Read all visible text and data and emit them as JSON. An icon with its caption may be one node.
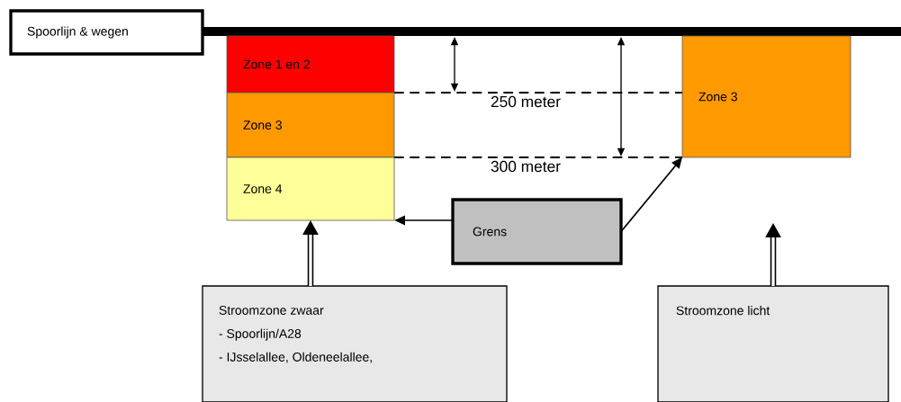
{
  "diagram": {
    "nodes": [
      {
        "text": [
          "Spoorlijn & wegen"
        ]
      },
      {
        "text": [
          "Zone 1 en 2"
        ]
      },
      {
        "text": [
          "Zone 3"
        ]
      },
      {
        "text": [
          "Zone 4"
        ]
      },
      {
        "text": [
          "Zone 3"
        ]
      },
      {
        "text": [
          "Grens"
        ]
      },
      {
        "text": [
          "Stroomzone zwaar",
          "- Spoorlijn/A28",
          "- IJsselallee, Oldeneelallee,"
        ]
      },
      {
        "text": [
          "Stroomzone licht"
        ]
      }
    ],
    "edges": [
      {
        "from": 5,
        "to": 3,
        "arrow": "to"
      },
      {
        "from": 5,
        "to": 4,
        "arrow": "to"
      },
      {
        "from": 6,
        "to": 3,
        "arrow": "to",
        "style": "thick"
      },
      {
        "from": 7,
        "to": null,
        "arrow": "to",
        "style": "thick"
      }
    ],
    "labels": [
      "250 meter",
      "300 meter"
    ]
  }
}
